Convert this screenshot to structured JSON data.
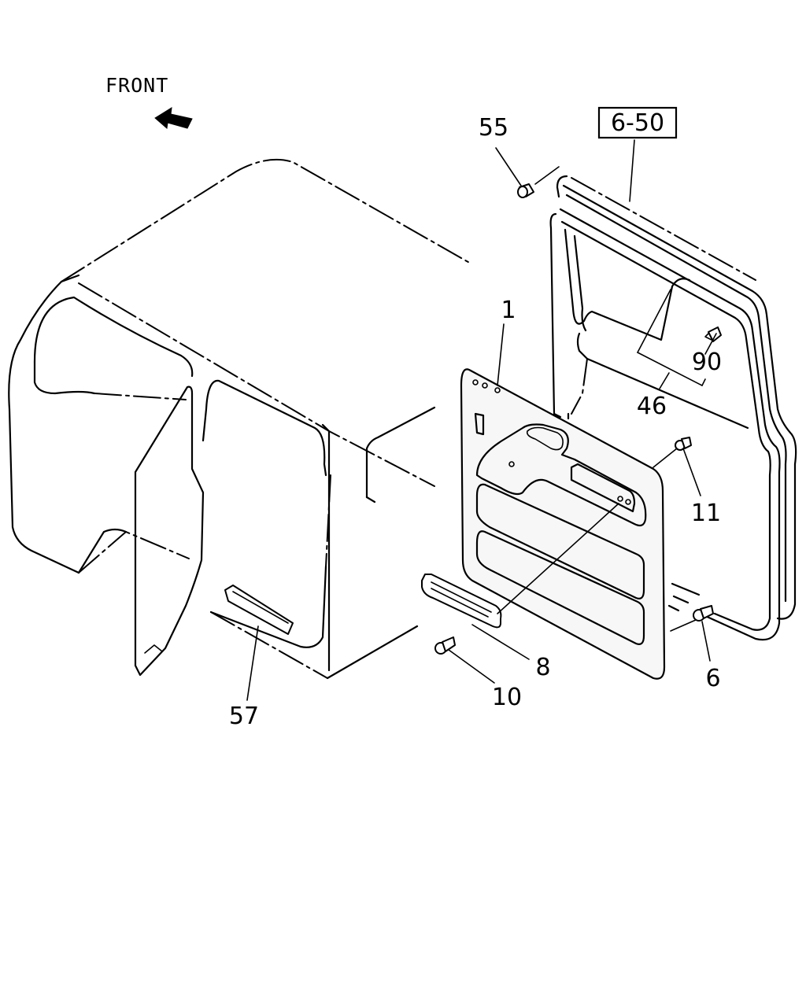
{
  "orientation": {
    "label": "FRONT",
    "icon": "arrow-front-icon"
  },
  "reference": {
    "label": "6-50"
  },
  "callouts": {
    "c1": "1",
    "c6": "6",
    "c8": "8",
    "c10": "10",
    "c11": "11",
    "c46": "46",
    "c55": "55",
    "c57": "57",
    "c90": "90"
  }
}
